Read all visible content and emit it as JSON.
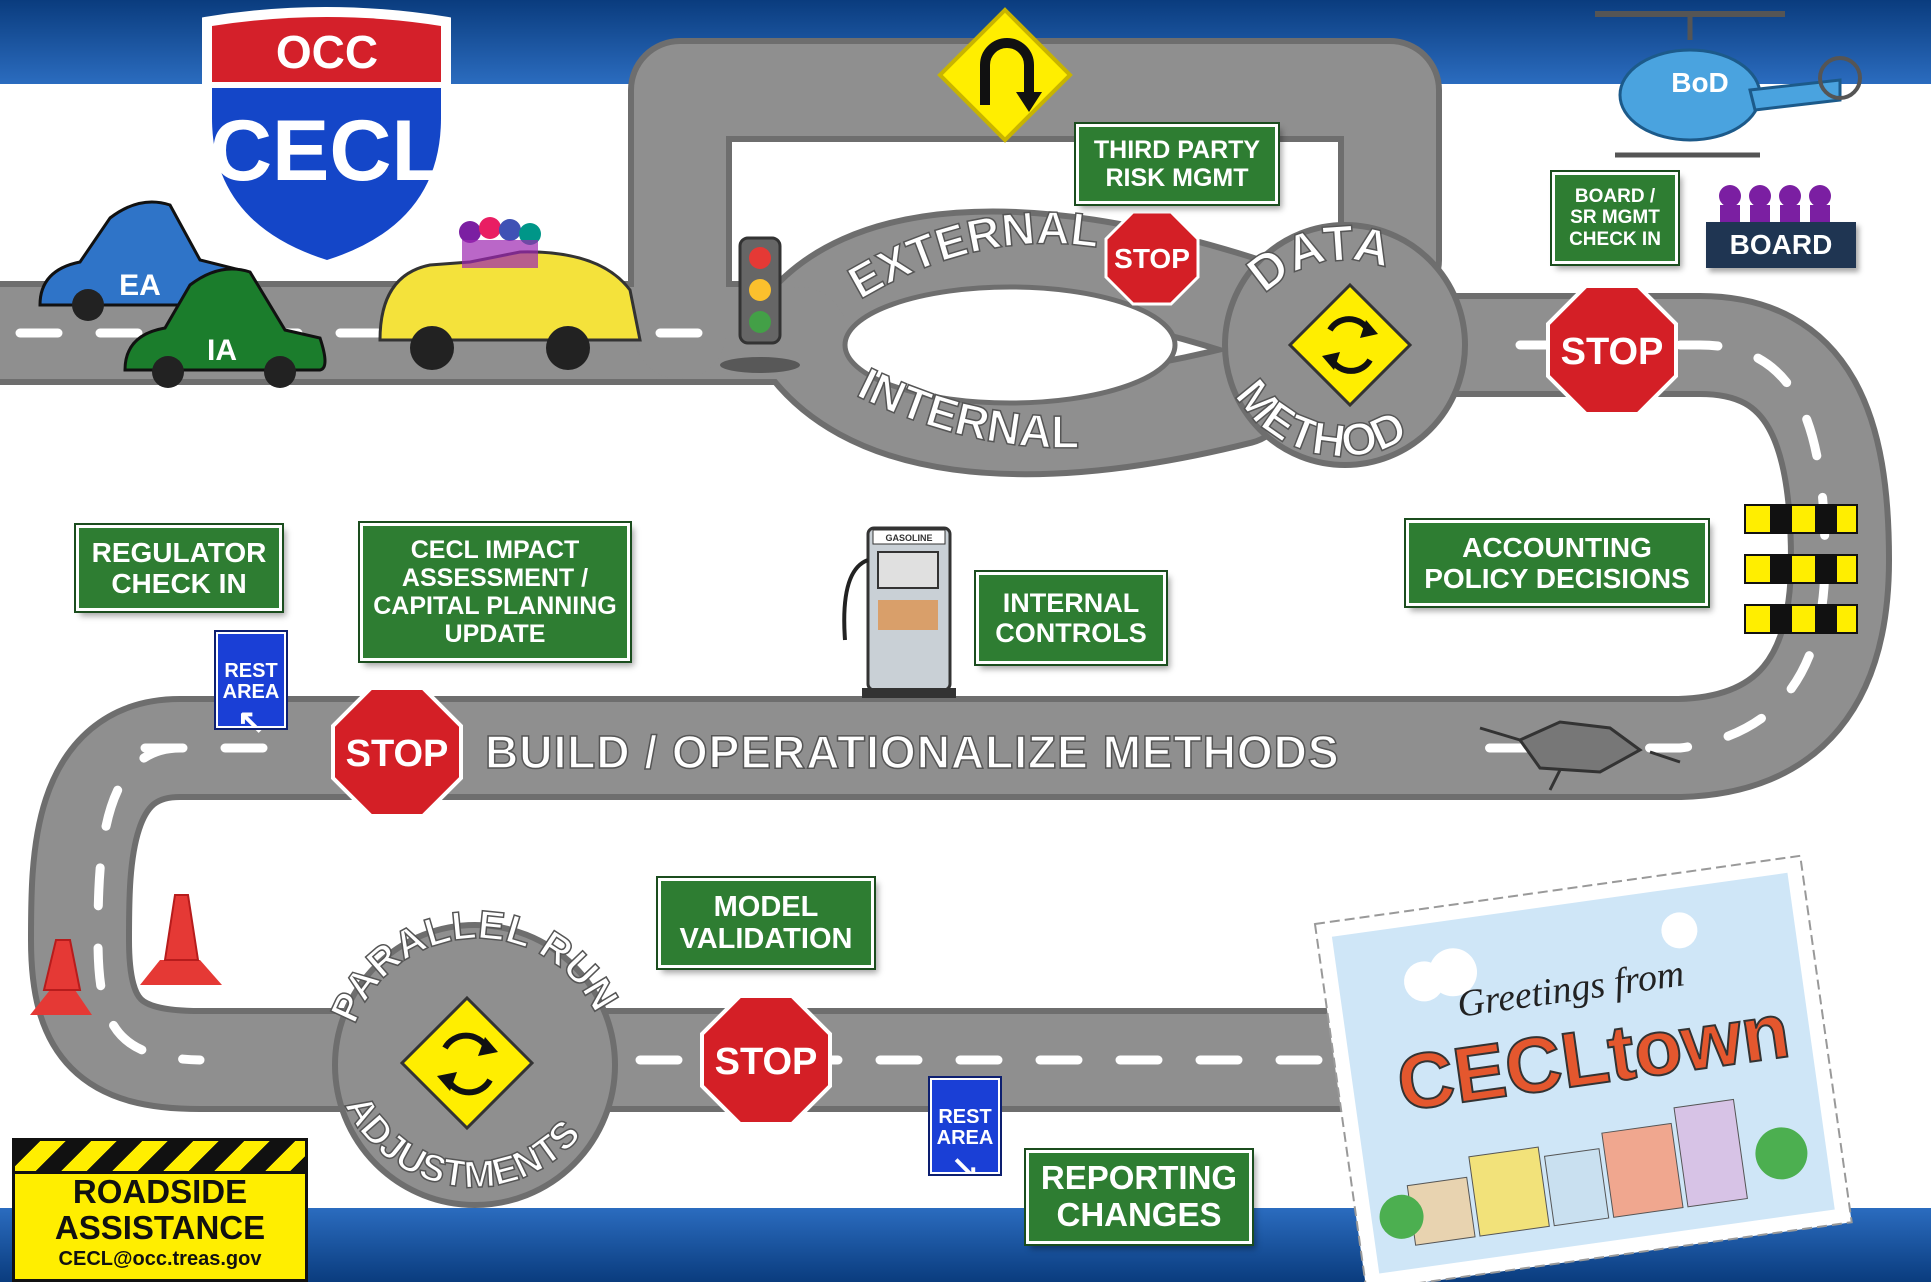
{
  "shield": {
    "top": "OCC",
    "main": "CECL"
  },
  "cars": {
    "blue_label": "EA",
    "green_label": "IA"
  },
  "helicopter_label": "BoD",
  "signs": {
    "third_party": "THIRD PARTY\nRISK MGMT",
    "board_check": "BOARD /\nSR MGMT\nCHECK IN",
    "board": "BOARD",
    "accounting": "ACCOUNTING\nPOLICY DECISIONS",
    "regulator": "REGULATOR\nCHECK IN",
    "impact": "CECL IMPACT\nASSESSMENT /\nCAPITAL PLANNING\nUPDATE",
    "internal_controls": "INTERNAL\nCONTROLS",
    "model_validation": "MODEL\nVALIDATION",
    "reporting": "REPORTING\nCHANGES",
    "rest_area": "REST\nAREA"
  },
  "road_text": {
    "external": "EXTERNAL",
    "internal": "INTERNAL",
    "data": "DATA",
    "method": "METHOD",
    "build": "BUILD / OPERATIONALIZE METHODS",
    "parallel": "PARALLEL RUN",
    "adjustments": "ADJUSTMENTS"
  },
  "stop_label": "STOP",
  "gas_pump_label": "GASOLINE",
  "postcard": {
    "greeting": "Greetings from",
    "town": "CECLtown"
  },
  "assistance": {
    "title": "ROADSIDE\nASSISTANCE",
    "email": "CECL@occ.treas.gov"
  },
  "colors": {
    "band_blue": "#0b4fa0",
    "road": "#8c8c8c",
    "sign_green": "#2e7d32",
    "stop_red": "#d41f26",
    "warning_yellow": "#ffee00",
    "shield_blue": "#1446c8",
    "shield_red": "#d4202a"
  }
}
